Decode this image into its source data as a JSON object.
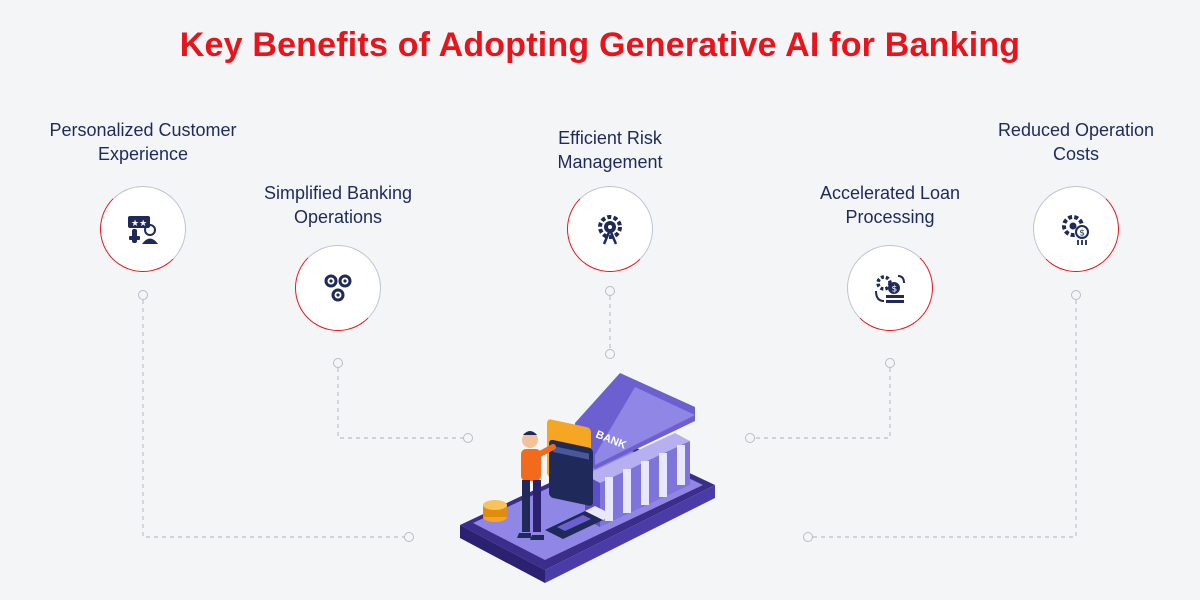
{
  "title": "Key Benefits of Adopting Generative AI for Banking",
  "benefits": [
    {
      "line1": "Personalized Customer",
      "line2": "Experience",
      "icon": "customer-rating-icon"
    },
    {
      "line1": "Simplified Banking",
      "line2": "Operations",
      "icon": "gears-icon"
    },
    {
      "line1": "Efficient Risk",
      "line2": "Management",
      "icon": "risk-gear-icon"
    },
    {
      "line1": "Accelerated Loan",
      "line2": "Processing",
      "icon": "loan-cycle-icon"
    },
    {
      "line1": "Reduced Operation",
      "line2": "Costs",
      "icon": "cost-gear-icon"
    }
  ],
  "illustration": {
    "bank_sign": "BANK"
  },
  "colors": {
    "accent": "#e8141b",
    "navy": "#1f2a5a",
    "purple": "#6c5fd0",
    "orange": "#f5a623"
  }
}
